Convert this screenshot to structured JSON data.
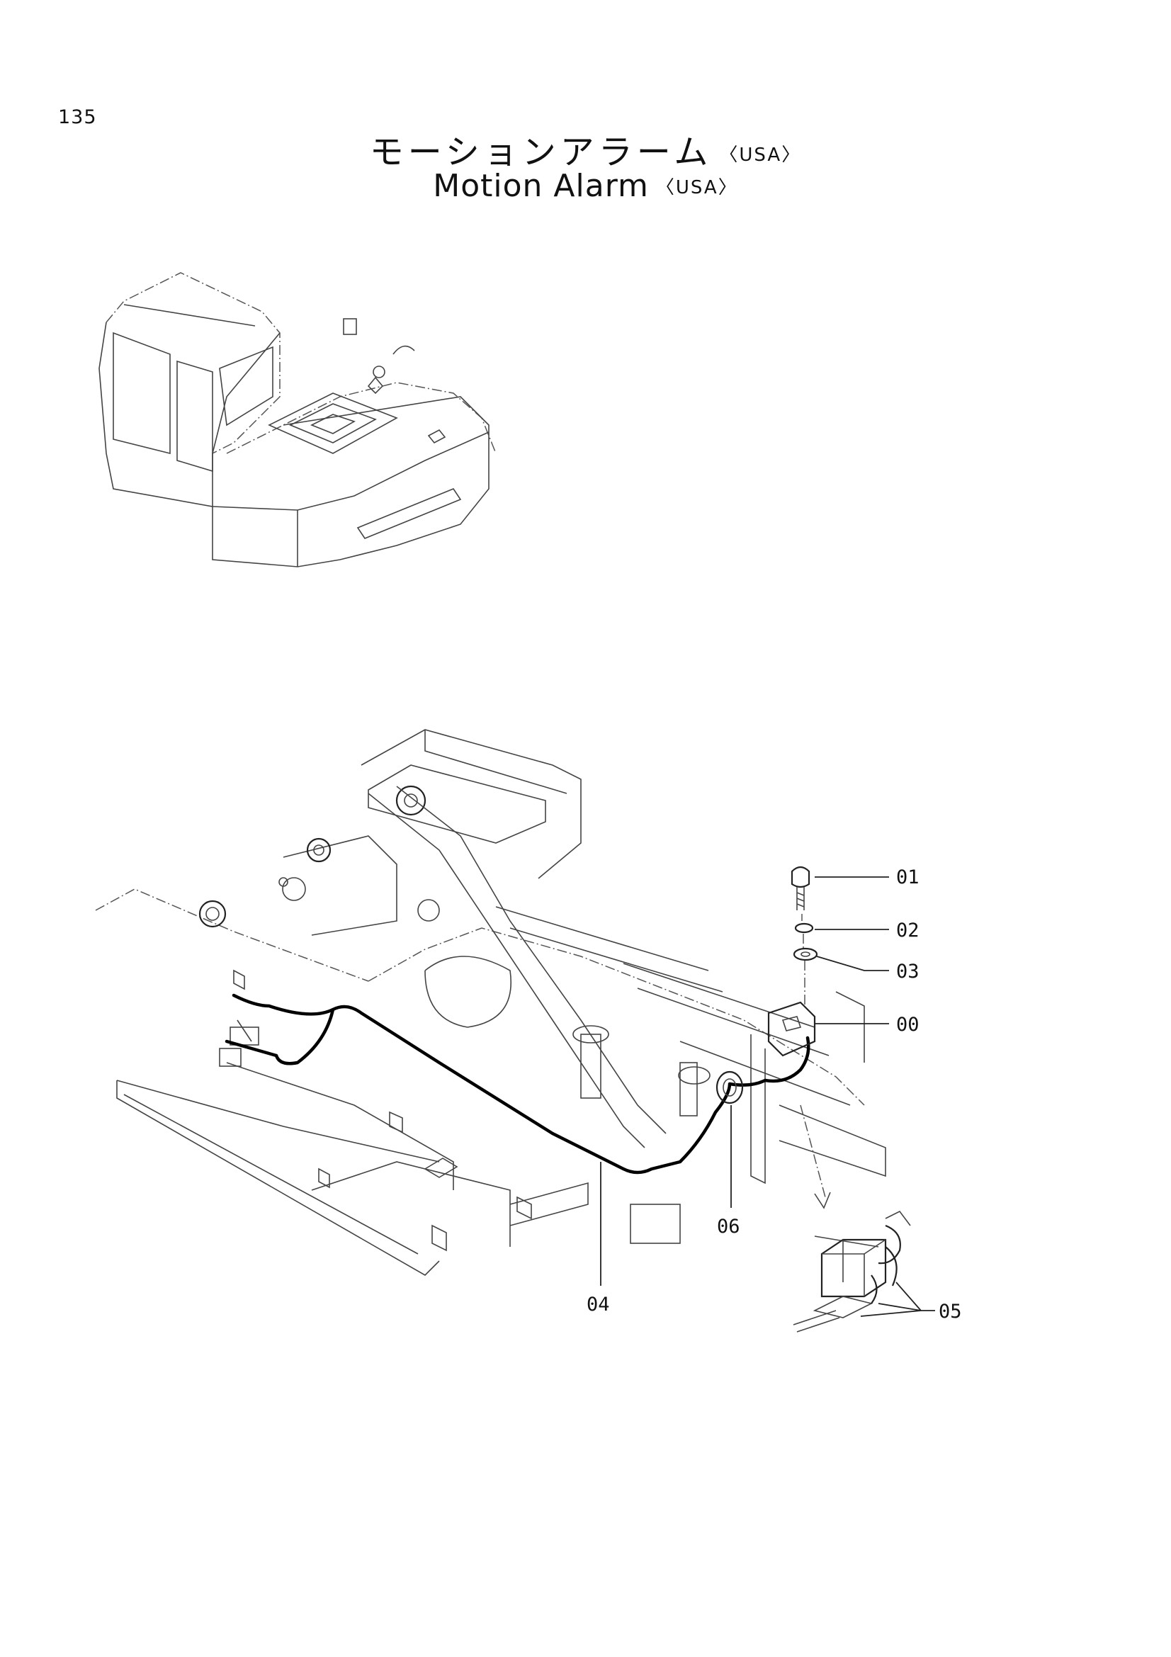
{
  "page": {
    "number": "135",
    "title_ja": "モーションアラーム",
    "title_en": "Motion Alarm",
    "region_label": "USA"
  },
  "callouts": [
    {
      "id": "01",
      "part": "bolt"
    },
    {
      "id": "02",
      "part": "lock-washer"
    },
    {
      "id": "03",
      "part": "washer"
    },
    {
      "id": "00",
      "part": "motion-alarm"
    },
    {
      "id": "06",
      "part": "grommet"
    },
    {
      "id": "04",
      "part": "wire-harness"
    },
    {
      "id": "05",
      "part": "clamps"
    }
  ]
}
